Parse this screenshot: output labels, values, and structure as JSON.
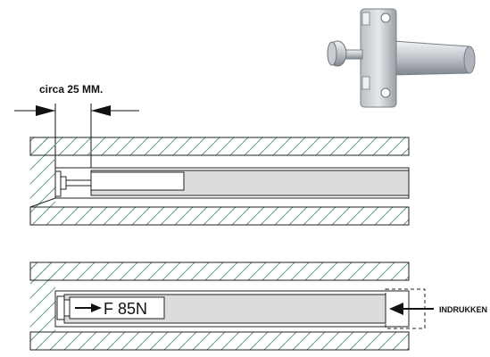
{
  "dimension_label": "circa 25 MM.",
  "force_label": "F 85N",
  "press_label": "INDRUKKEN",
  "colors": {
    "frame": "#222222",
    "pipe_fill": "#dcdcdc",
    "hatch": "#6a9a82",
    "product_light": "#d8dce0",
    "product_dark": "#8a9096"
  },
  "icons": [
    "dimension-arrow-icon",
    "force-arrow-icon",
    "press-arrow-icon",
    "product-photo"
  ]
}
